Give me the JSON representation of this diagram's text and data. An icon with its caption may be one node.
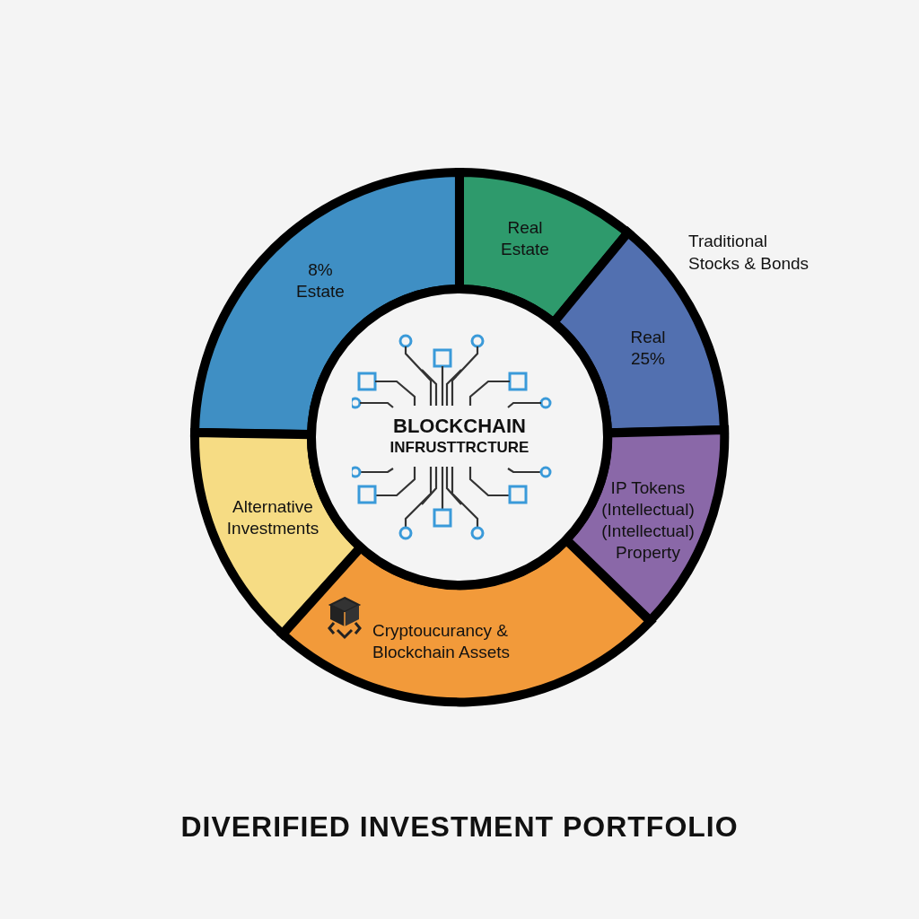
{
  "diagram": {
    "title": "DIVERIFIED INVESTMENT PORTFOLIO",
    "nodes": [
      {
        "text": [
          "8% Estate"
        ]
      },
      {
        "text": [
          "Real Estate"
        ]
      },
      {
        "text": [
          "Real 25%"
        ]
      },
      {
        "text": [
          "Alternative Investments"
        ]
      },
      {
        "text": [
          "BLOCKCHAIN",
          "INFRUSTTRCTURE"
        ]
      },
      {
        "text": [
          "IP Tokens (Intellectual) (Intellectual) Property"
        ]
      },
      {
        "text": [
          "Cryptoucurancy & Blockchain Assets"
        ]
      }
    ],
    "edges": [],
    "labels": [
      "Traditional Stocks & Bonds"
    ]
  }
}
